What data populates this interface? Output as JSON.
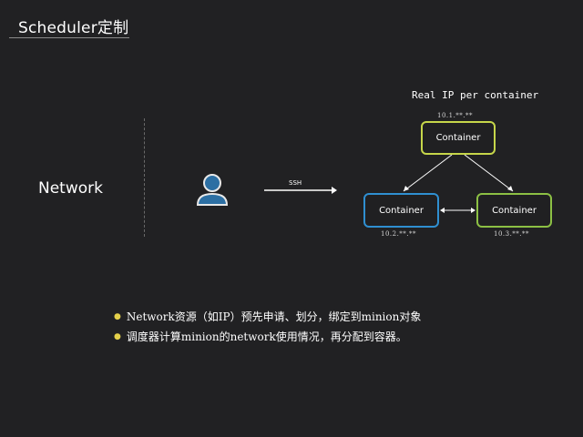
{
  "slide": {
    "title": "Scheduler定制",
    "left_label": "Network"
  },
  "diagram": {
    "header": "Real IP per container",
    "ssh_label": "SSH",
    "containers": {
      "top": {
        "label": "Container",
        "ip": "10.1.**.**"
      },
      "left": {
        "label": "Container",
        "ip": "10.2.**.**"
      },
      "right": {
        "label": "Container",
        "ip": "10.3.**.**"
      }
    }
  },
  "bullets": [
    "Network资源（如IP）预先申请、划分，绑定到minion对象",
    "调度器计算minion的network使用情况，再分配到容器。"
  ],
  "colors": {
    "background": "#212123",
    "container_top": "#c6d64a",
    "container_left": "#2f8fd1",
    "container_right": "#8cc044",
    "bullet_dot": "#e4d04a",
    "user_icon": "#2c6fa3"
  },
  "icons": {
    "user": "user-icon",
    "arrow": "arrow-right-icon"
  }
}
